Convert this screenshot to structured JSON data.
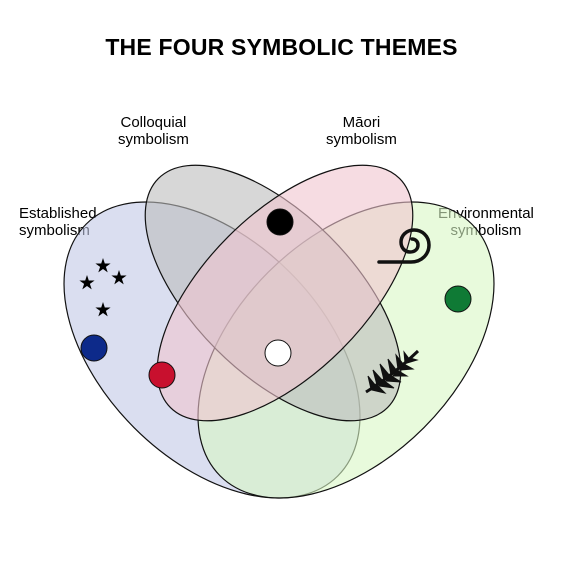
{
  "title": "THE FOUR SYMBOLIC THEMES",
  "sets": {
    "colloquial": {
      "line1": "Colloquial",
      "line2": "symbolism",
      "fill": "#bdbdbd"
    },
    "maori": {
      "line1": "Māori",
      "line2": "symbolism",
      "fill": "#f0c4cf"
    },
    "established": {
      "line1": "Established",
      "line2": "symbolism",
      "fill": "#c2c8e6"
    },
    "environmental": {
      "line1": "Environmental",
      "line2": "symbolism",
      "fill": "#d9f6c5"
    }
  },
  "symbols": {
    "colloquial_dot": "#000000",
    "environmental_dot": "#0f7a35",
    "established_dot": "#0d2a8a",
    "established_maori_dot": "#c8102e",
    "center_dot": "#ffffff",
    "stars": "#000000"
  }
}
